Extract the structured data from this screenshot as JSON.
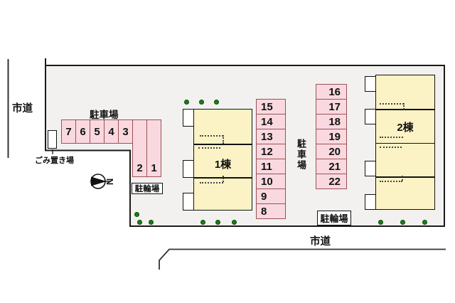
{
  "labels": {
    "road_left": "市道",
    "road_bottom": "市道",
    "parking_top": "駐車場",
    "parking_right": "駐車場",
    "bike_left": "駐輪場",
    "bike_right": "駐輪場",
    "garbage": "ごみ置き場",
    "building_1": "1棟",
    "building_2": "2棟",
    "compass_north": "N"
  },
  "parking": {
    "row_top": [
      "7",
      "6",
      "5",
      "4",
      "3"
    ],
    "row_side": [
      "2",
      "1"
    ],
    "col_middle": [
      "15",
      "14",
      "13",
      "12",
      "11",
      "10",
      "9",
      "8"
    ],
    "col_right": [
      "16",
      "17",
      "18",
      "19",
      "20",
      "21",
      "22"
    ]
  },
  "colors": {
    "site_fill": "#f2f1ef",
    "stall_fill": "#f9d9df",
    "stall_border": "#9b5157",
    "building_fill": "#fbf3c5",
    "tree_green": "#1a7d1a",
    "road_line": "#333333",
    "boundary": "#1a1a1a"
  }
}
